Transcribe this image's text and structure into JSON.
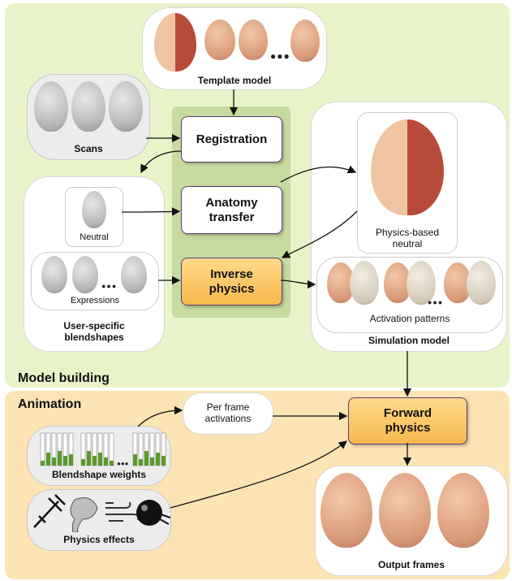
{
  "sections": {
    "model_building": "Model building",
    "animation": "Animation"
  },
  "nodes": {
    "template_model": "Template model",
    "scans": "Scans",
    "registration": "Registration",
    "anatomy_transfer_line1": "Anatomy",
    "anatomy_transfer_line2": "transfer",
    "inverse_physics_line1": "Inverse",
    "inverse_physics_line2": "physics",
    "neutral": "Neutral",
    "expressions": "Expressions",
    "blendshapes_line1": "User-specific",
    "blendshapes_line2": "blendshapes",
    "physics_neutral_line1": "Physics-based",
    "physics_neutral_line2": "neutral",
    "activation_patterns": "Activation patterns",
    "simulation_model": "Simulation model",
    "per_frame_line1": "Per frame",
    "per_frame_line2": "activations",
    "forward_physics_line1": "Forward",
    "forward_physics_line2": "physics",
    "blendshape_weights": "Blendshape weights",
    "physics_effects": "Physics effects",
    "output_frames": "Output frames",
    "ellipsis": "●●●"
  },
  "icons": [
    "syringe-icon",
    "sculpt-icon",
    "wind-icon",
    "ball-icon"
  ],
  "colors": {
    "model_bg": "#e8f3c9",
    "anim_bg": "#fbe3b3",
    "pipeline_bg": "#c7dba0",
    "box_border": "#5a3d78",
    "accent_orange": "#f7b94d",
    "bar_green": "#5a9a2a"
  }
}
